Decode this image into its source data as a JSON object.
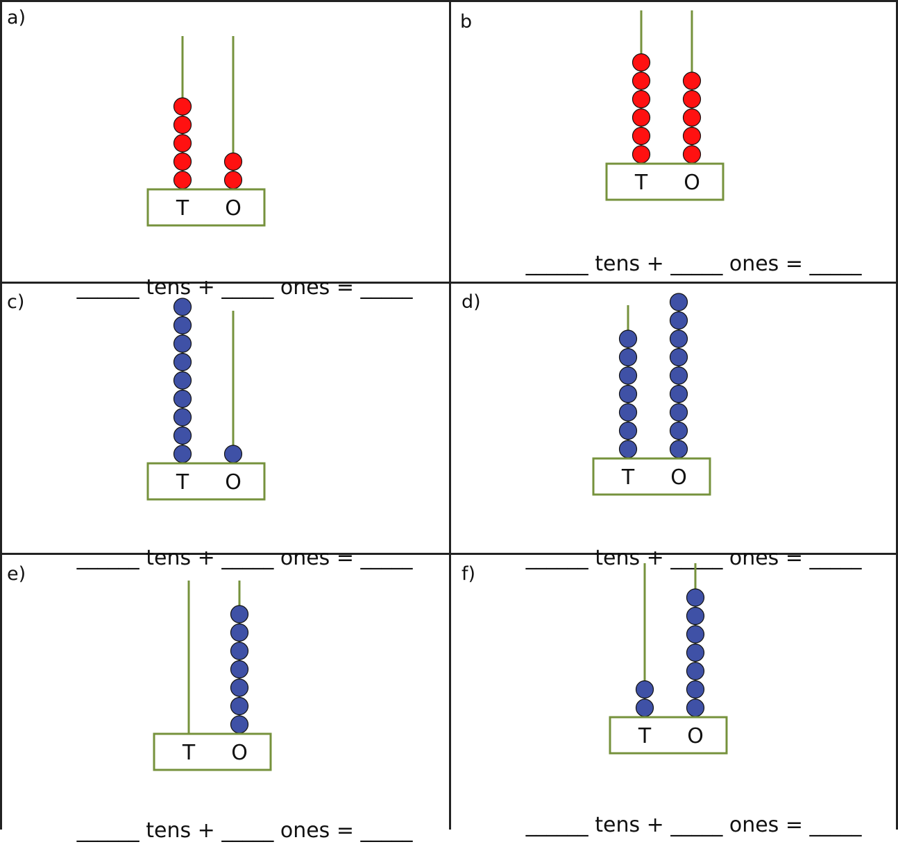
{
  "colors": {
    "rod": "#76923c",
    "red_bead": "#ff1111",
    "blue_bead": "#3f51a6",
    "bead_outline": "#111111",
    "box_border": "#76923c",
    "grid": "#222222"
  },
  "worksheet": {
    "sentence_parts": [
      "______",
      "tens +",
      "_____",
      "ones =",
      "_____"
    ],
    "problems": [
      {
        "label": "a)",
        "bead_color": "red",
        "tens_beads": 5,
        "ones_beads": 2,
        "box_tens": "T",
        "box_ones": "O"
      },
      {
        "label": "b",
        "bead_color": "red",
        "tens_beads": 6,
        "ones_beads": 5,
        "box_tens": "T",
        "box_ones": "O"
      },
      {
        "label": "c)",
        "bead_color": "blue",
        "tens_beads": 9,
        "ones_beads": 1,
        "box_tens": "T",
        "box_ones": "O"
      },
      {
        "label": "d)",
        "bead_color": "blue",
        "tens_beads": 7,
        "ones_beads": 9,
        "box_tens": "T",
        "box_ones": "O"
      },
      {
        "label": "e)",
        "bead_color": "blue",
        "tens_beads": 0,
        "ones_beads": 7,
        "box_tens": "T",
        "box_ones": "O"
      },
      {
        "label": "f)",
        "bead_color": "blue",
        "tens_beads": 2,
        "ones_beads": 7,
        "box_tens": "T",
        "box_ones": "O"
      }
    ]
  }
}
